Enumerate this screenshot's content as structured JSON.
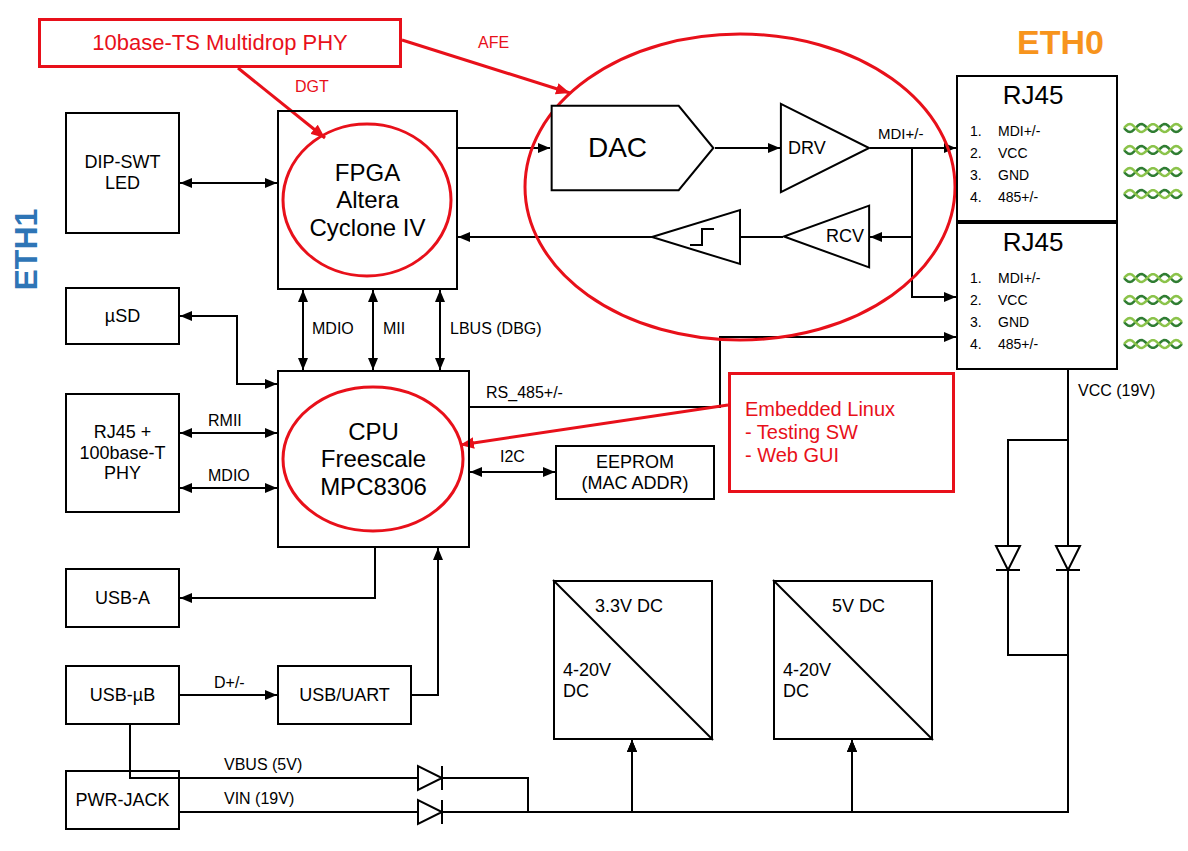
{
  "diagram": {
    "nodes": [
      {
        "text": [
          "10base-TS Multidrop PHY"
        ]
      },
      {
        "text": [
          "DIP-SWT LED"
        ]
      },
      {
        "text": [
          "FPGA Altera Cyclone IV"
        ]
      },
      {
        "text": [
          "DAC"
        ]
      },
      {
        "text": [
          "DRV"
        ]
      },
      {
        "text": [
          "RCV"
        ]
      },
      {
        "text": [
          "RJ45",
          "1.",
          "MDI+/-",
          "2.",
          "VCC",
          "3.",
          "GND",
          "4.",
          "485+/-"
        ]
      },
      {
        "text": [
          "RJ45",
          "1.",
          "MDI+/-",
          "2.",
          "VCC",
          "3.",
          "GND",
          "4.",
          "485+/-"
        ]
      },
      {
        "text": [
          "µSD"
        ]
      },
      {
        "text": [
          "CPU Freescale MPC8306"
        ]
      },
      {
        "text": [
          "Embedded Linux",
          "- Testing SW",
          "- Web GUI"
        ]
      },
      {
        "text": [
          "RJ45 + 100base-T PHY"
        ]
      },
      {
        "text": [
          "EEPROM (MAC ADDR)"
        ]
      },
      {
        "text": [
          "USB-A"
        ]
      },
      {
        "text": [
          "USB-µB"
        ]
      },
      {
        "text": [
          "USB/UART"
        ]
      },
      {
        "text": [
          "PWR-JACK"
        ]
      },
      {
        "text": [
          "3.3V DC",
          "4-20V DC"
        ]
      },
      {
        "text": [
          "5V DC",
          "4-20V DC"
        ]
      }
    ],
    "edges": [
      {
        "from": 0,
        "to": 2,
        "arrow": "to",
        "label": "DGT"
      },
      {
        "from": 1,
        "to": 2,
        "arrow": "both"
      },
      {
        "from": 2,
        "to": 3,
        "arrow": "to"
      },
      {
        "from": 3,
        "to": 4,
        "arrow": "to"
      },
      {
        "from": 4,
        "to": 6,
        "arrow": "none",
        "label": "MDI+/-"
      },
      {
        "from": 4,
        "to": 7,
        "arrow": "to"
      },
      {
        "from": 5,
        "to": 6,
        "arrow": "both"
      },
      {
        "from": 5,
        "to": 2,
        "arrow": "to"
      },
      {
        "from": 2,
        "to": 9,
        "arrow": "both",
        "label": "MDIO"
      },
      {
        "from": 2,
        "to": 9,
        "arrow": "both",
        "label": "MII"
      },
      {
        "from": 2,
        "to": 9,
        "arrow": "both",
        "label": "LBUS (DBG)"
      },
      {
        "from": 8,
        "to": 9,
        "arrow": "both"
      },
      {
        "from": 11,
        "to": 9,
        "arrow": "both",
        "label": "RMII"
      },
      {
        "from": 11,
        "to": 9,
        "arrow": "both",
        "label": "MDIO"
      },
      {
        "from": 9,
        "to": 7,
        "arrow": "to",
        "label": "RS_485+/-"
      },
      {
        "from": 10,
        "to": 9,
        "arrow": "to"
      },
      {
        "from": 9,
        "to": 12,
        "arrow": "both",
        "label": "I2C"
      },
      {
        "from": 9,
        "to": 13,
        "arrow": "to"
      },
      {
        "from": 14,
        "to": 15,
        "arrow": "to",
        "label": "D+/-"
      },
      {
        "from": 15,
        "to": 9,
        "arrow": "to"
      },
      {
        "from": 14,
        "to": 17,
        "arrow": "to",
        "label": "VBUS (5V)"
      },
      {
        "from": 14,
        "to": 18,
        "arrow": "to"
      },
      {
        "from": 16,
        "to": 17,
        "arrow": "to",
        "label": "VIN (19V)"
      },
      {
        "from": 16,
        "to": 18,
        "arrow": "to"
      },
      {
        "from": 7,
        "to": 17,
        "arrow": "to",
        "label": "VCC (19V)"
      },
      {
        "from": 7,
        "to": 18,
        "arrow": "to"
      }
    ],
    "labels": [
      "ETH0",
      "ETH1",
      "AFE"
    ]
  }
}
